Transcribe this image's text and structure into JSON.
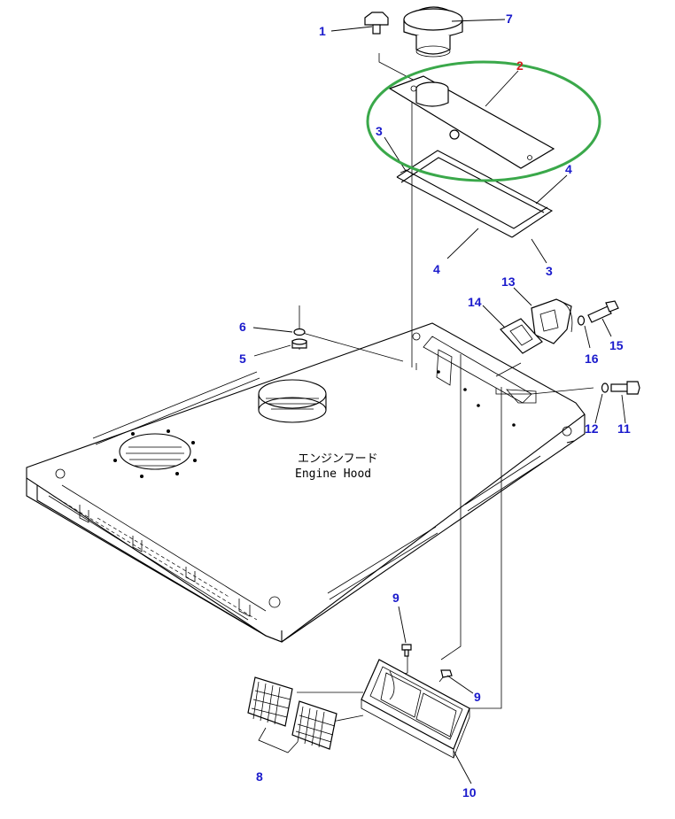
{
  "diagram": {
    "hood_label_jp": "エンジンフード",
    "hood_label_en": "Engine Hood",
    "callout_color": "#1a1acc",
    "callout_highlight_color": "#d42020",
    "highlight_ring_color": "#3aa84a",
    "callouts": [
      {
        "id": "c1",
        "label": "1"
      },
      {
        "id": "c7",
        "label": "7"
      },
      {
        "id": "c2",
        "label": "2"
      },
      {
        "id": "c3a",
        "label": "3"
      },
      {
        "id": "c4a",
        "label": "4"
      },
      {
        "id": "c4b",
        "label": "4"
      },
      {
        "id": "c3b",
        "label": "3"
      },
      {
        "id": "c13",
        "label": "13"
      },
      {
        "id": "c14",
        "label": "14"
      },
      {
        "id": "c6",
        "label": "6"
      },
      {
        "id": "c5",
        "label": "5"
      },
      {
        "id": "c15",
        "label": "15"
      },
      {
        "id": "c16",
        "label": "16"
      },
      {
        "id": "c12",
        "label": "12"
      },
      {
        "id": "c11",
        "label": "11"
      },
      {
        "id": "c9a",
        "label": "9"
      },
      {
        "id": "c9b",
        "label": "9"
      },
      {
        "id": "c8",
        "label": "8"
      },
      {
        "id": "c10",
        "label": "10"
      }
    ]
  }
}
